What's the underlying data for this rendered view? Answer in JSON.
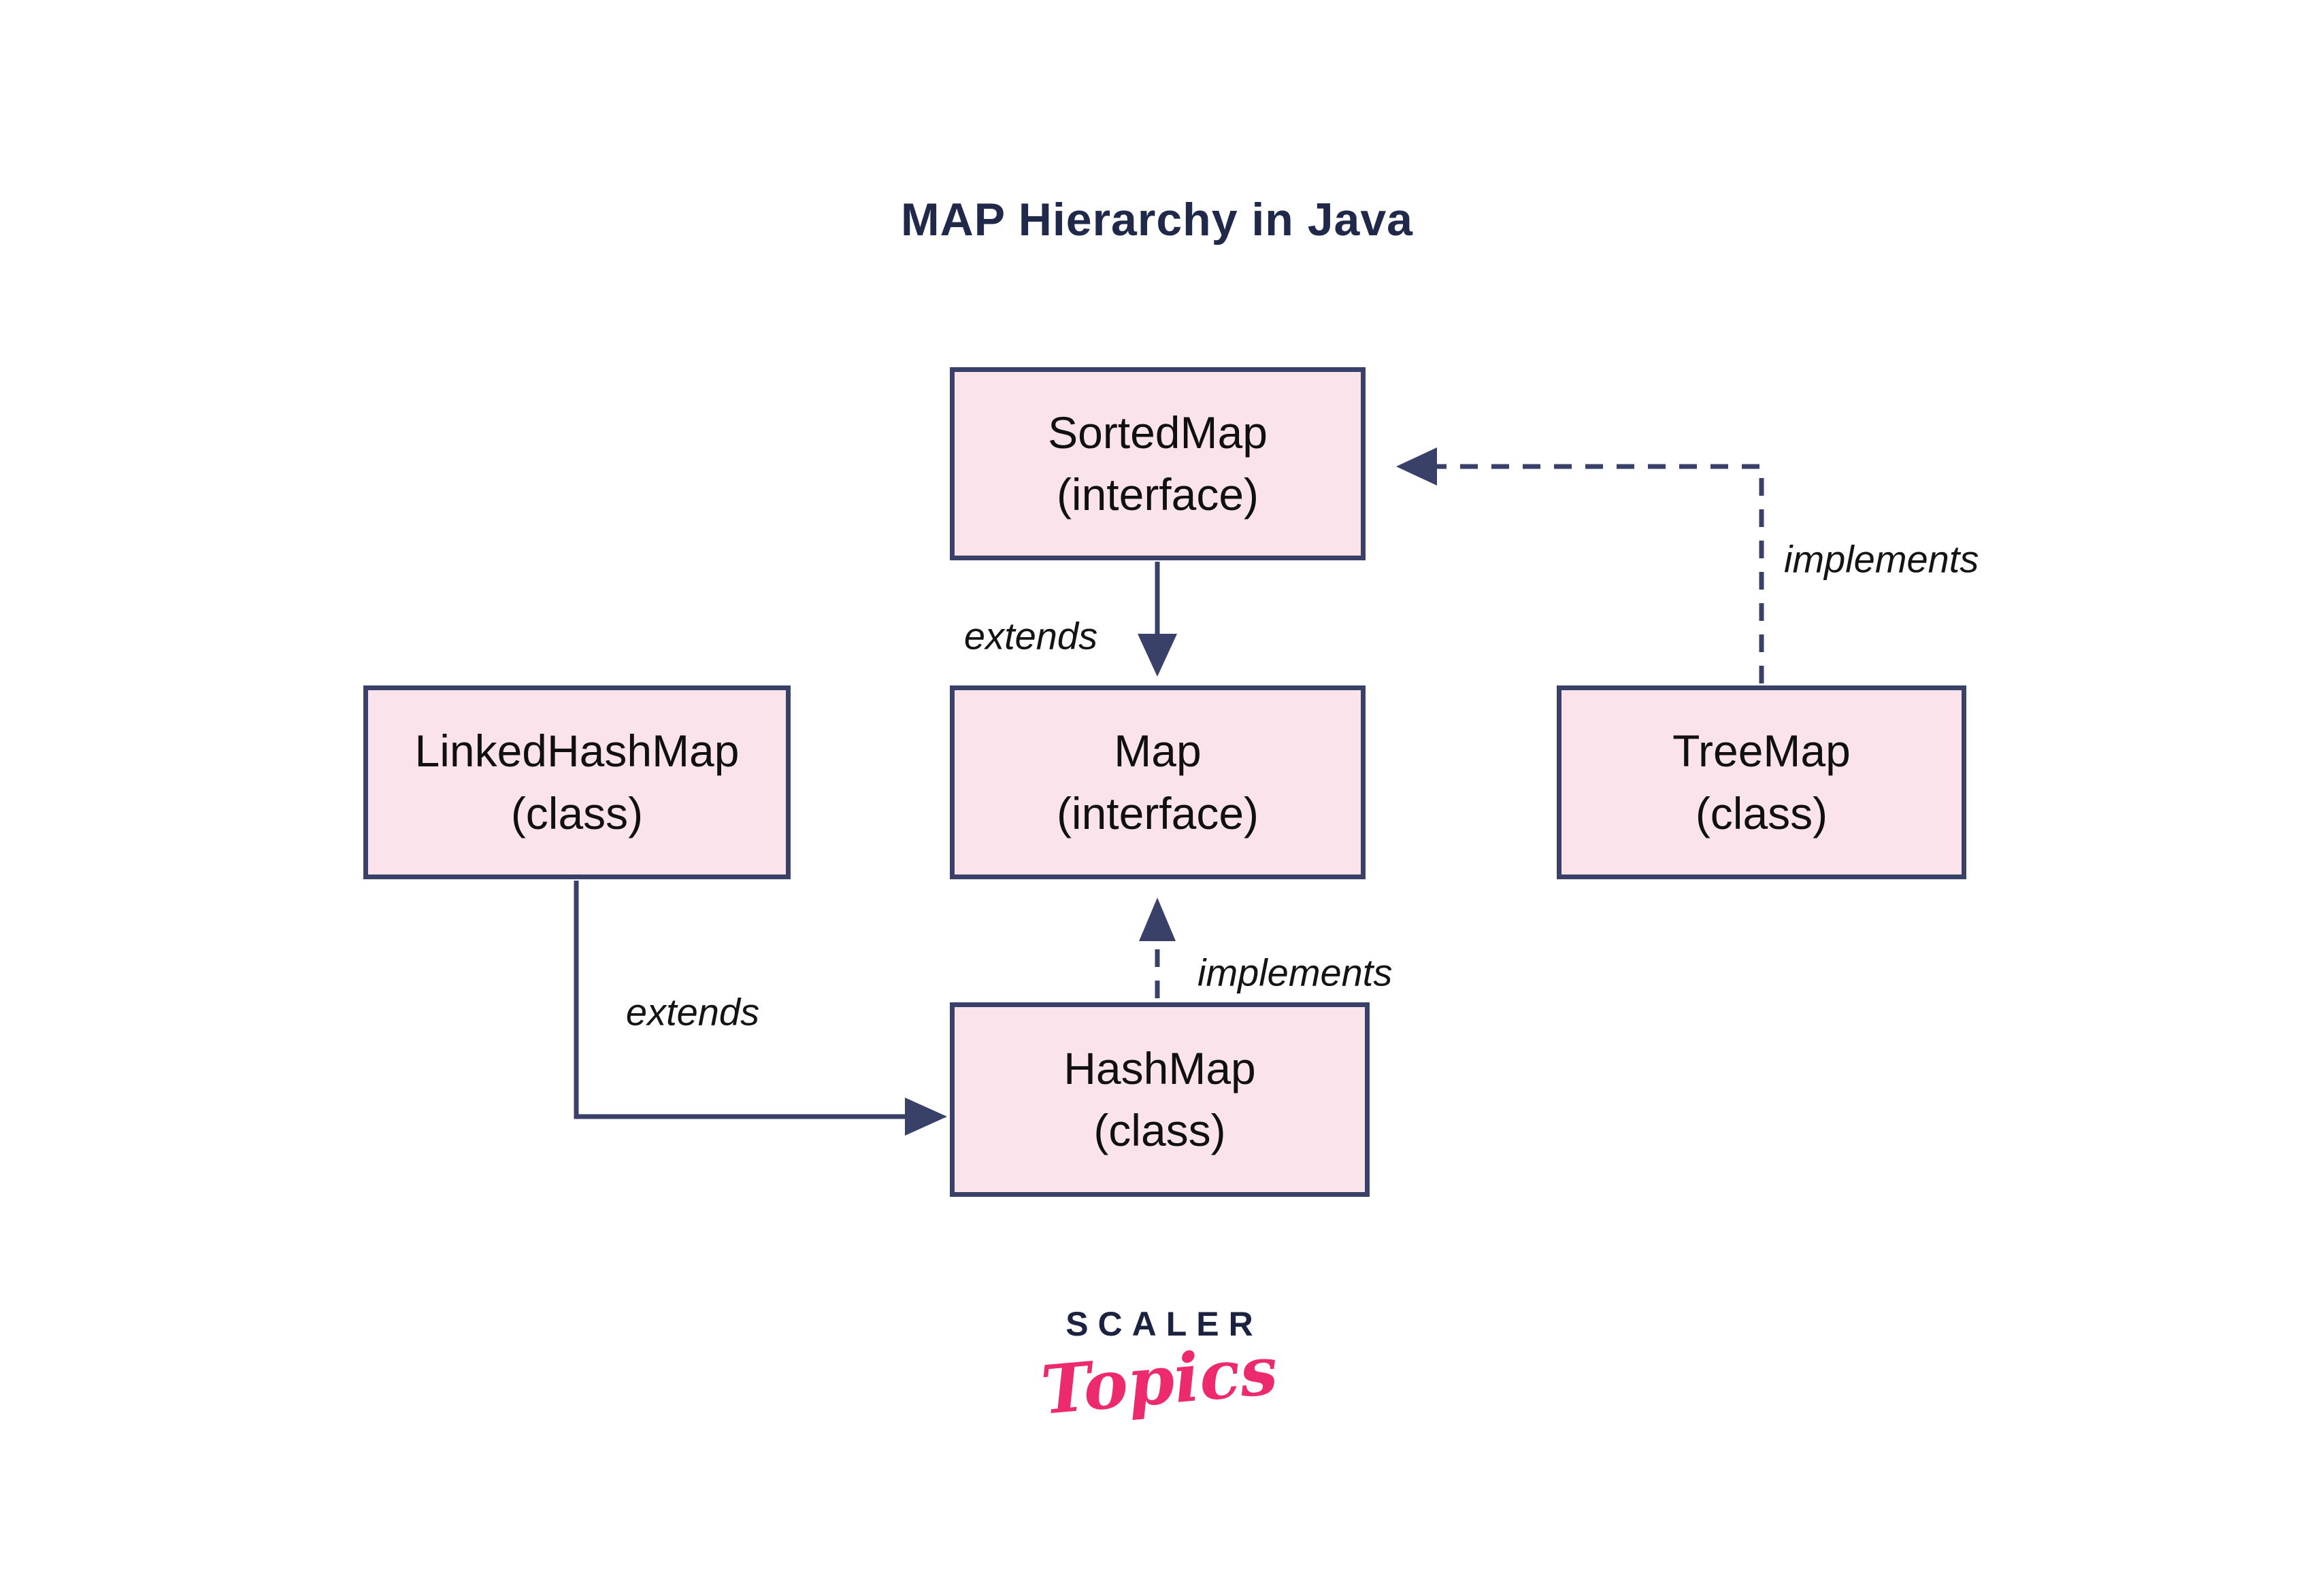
{
  "title": "MAP Hierarchy in Java",
  "nodes": {
    "sortedmap": {
      "label": "SortedMap",
      "sublabel": "(interface)"
    },
    "map": {
      "label": "Map",
      "sublabel": "(interface)"
    },
    "hashmap": {
      "label": "HashMap",
      "sublabel": "(class)"
    },
    "linkedhashmap": {
      "label": "LinkedHashMap",
      "sublabel": "(class)"
    },
    "treemap": {
      "label": "TreeMap",
      "sublabel": "(class)"
    }
  },
  "edges": {
    "sortedmap_extends_map": {
      "label": "extends",
      "style": "solid",
      "from": "SortedMap",
      "to": "Map"
    },
    "hashmap_implements_map": {
      "label": "implements",
      "style": "dashed",
      "from": "HashMap",
      "to": "Map"
    },
    "linkedhashmap_extends_hashmap": {
      "label": "extends",
      "style": "solid",
      "from": "LinkedHashMap",
      "to": "HashMap"
    },
    "treemap_implements_sortedmap": {
      "label": "implements",
      "style": "dashed",
      "from": "TreeMap",
      "to": "SortedMap"
    }
  },
  "logo": {
    "brand": "SCALER",
    "product": "Topics"
  },
  "colors": {
    "background": "#ffffff",
    "node_fill": "#fbe3eb",
    "line": "#3a4168",
    "title": "#20294a",
    "node_text": "#101010",
    "label_text": "#141414",
    "logo_navy": "#1b2340",
    "logo_pink": "#ee2a6f"
  }
}
